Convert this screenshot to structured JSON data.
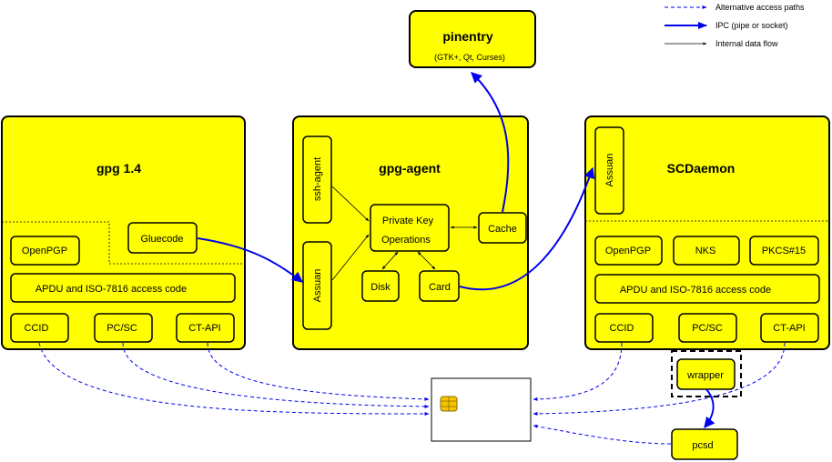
{
  "legend": {
    "alternative": "Alternative access paths",
    "ipc": "IPC (pipe or socket)",
    "internal": "Internal data flow"
  },
  "pinentry": {
    "title": "pinentry",
    "subtitle": "(GTK+, Qt, Curses)"
  },
  "gpg": {
    "title": "gpg 1.4",
    "gluecode": "Gluecode",
    "openpgp": "OpenPGP",
    "apdu": "APDU and ISO-7816 access code",
    "ccid": "CCID",
    "pcsc": "PC/SC",
    "ctapi": "CT-API"
  },
  "agent": {
    "title": "gpg-agent",
    "ssh": "ssh-agent",
    "assuan": "Assuan",
    "privkey_line1": "Private Key",
    "privkey_line2": "Operations",
    "cache": "Cache",
    "disk": "Disk",
    "card": "Card"
  },
  "scd": {
    "title": "SCDaemon",
    "assuan": "Assuan",
    "openpgp": "OpenPGP",
    "nks": "NKS",
    "pkcs": "PKCS#15",
    "apdu": "APDU and ISO-7816 access code",
    "ccid": "CCID",
    "pcsc": "PC/SC",
    "ctapi": "CT-API"
  },
  "wrapper": "wrapper",
  "pcsd": "pcsd",
  "colors": {
    "box_fill": "#ffff00",
    "ipc_arrow": "#0000ee",
    "chip": "#f5c400"
  }
}
